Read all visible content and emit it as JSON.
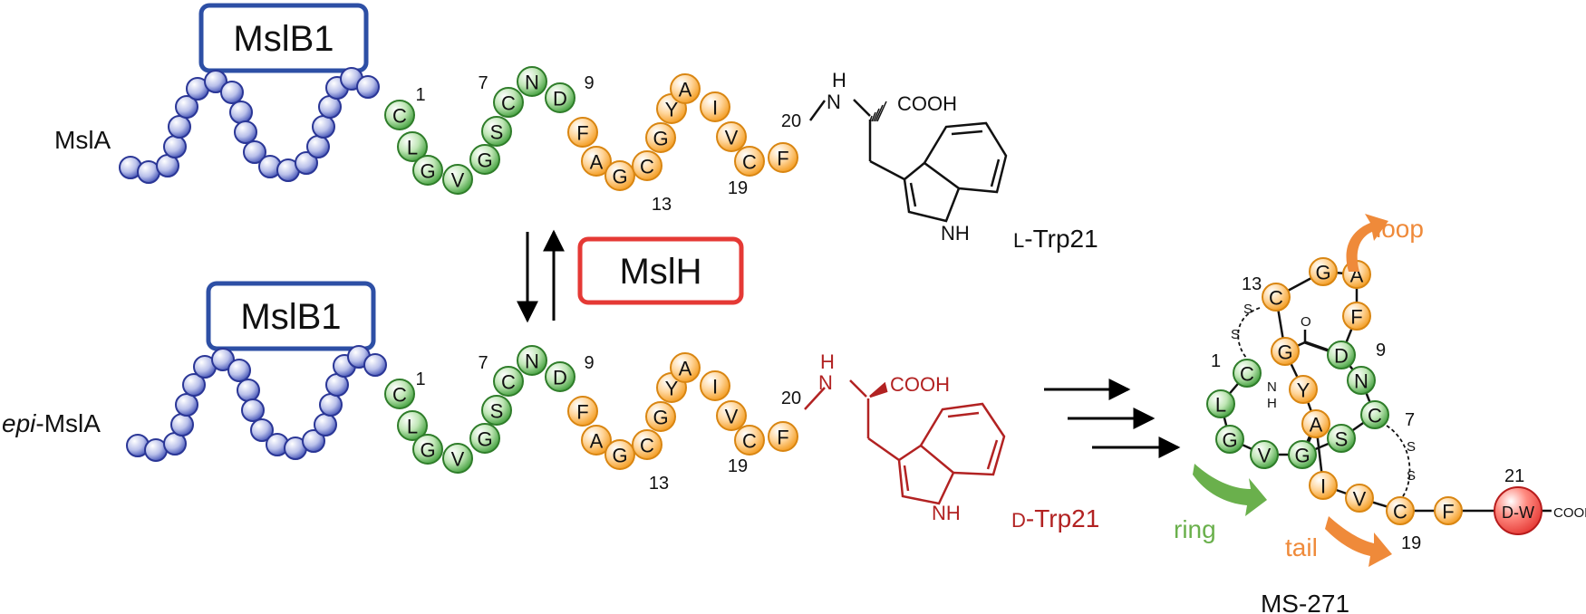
{
  "colors": {
    "leader": "#3f4fb5",
    "ring": "#4caf50",
    "loop_tail": "#ffa726",
    "dtrp": "#e53935",
    "enzyme_b1": "#2d4fa5",
    "enzyme_h": "#e53935",
    "red_structure": "#b22222",
    "green_arrow": "#6ab04c",
    "orange_arrow": "#ef8a3a"
  },
  "enzymes": {
    "b1_top": "MslB1",
    "b1_bottom": "MslB1",
    "h": "MslH"
  },
  "peptides": {
    "top_label": "MslA",
    "bottom_label_italic": "epi",
    "bottom_label_rest": "-MslA",
    "sequence": [
      "C",
      "L",
      "G",
      "V",
      "G",
      "S",
      "C",
      "N",
      "D",
      "F",
      "A",
      "G",
      "C",
      "G",
      "Y",
      "A",
      "I",
      "V",
      "C",
      "F"
    ],
    "numbers": [
      "1",
      "7",
      "9",
      "13",
      "19",
      "20"
    ]
  },
  "chem": {
    "nh_top": "H",
    "n_top": "N",
    "cooh_top": "COOH",
    "nh_ring_top": "NH",
    "nh_bottom": "H",
    "n_bottom": "N",
    "cooh_bottom": "COOH",
    "nh_ring_bottom": "NH",
    "l_trp_prefix": "L",
    "l_trp_rest": "-Trp21",
    "d_trp_prefix": "D",
    "d_trp_rest": "-Trp21"
  },
  "product": {
    "name": "MS-271",
    "labels": {
      "loop": "loop",
      "ring": "ring",
      "tail": "tail"
    },
    "dw_label": "D-W",
    "dw_cooh": "COOH",
    "num_21": "21",
    "num_13": "13",
    "num_1": "1",
    "num_9": "9",
    "num_7": "7",
    "num_19": "19",
    "s_label": "S",
    "o_label": "O",
    "nh_label": "N",
    "h_label": "H",
    "residues": [
      "C",
      "L",
      "G",
      "V",
      "G",
      "S",
      "C",
      "N",
      "D",
      "F",
      "A",
      "G",
      "C",
      "G",
      "Y",
      "A",
      "I",
      "V",
      "C",
      "F"
    ]
  }
}
